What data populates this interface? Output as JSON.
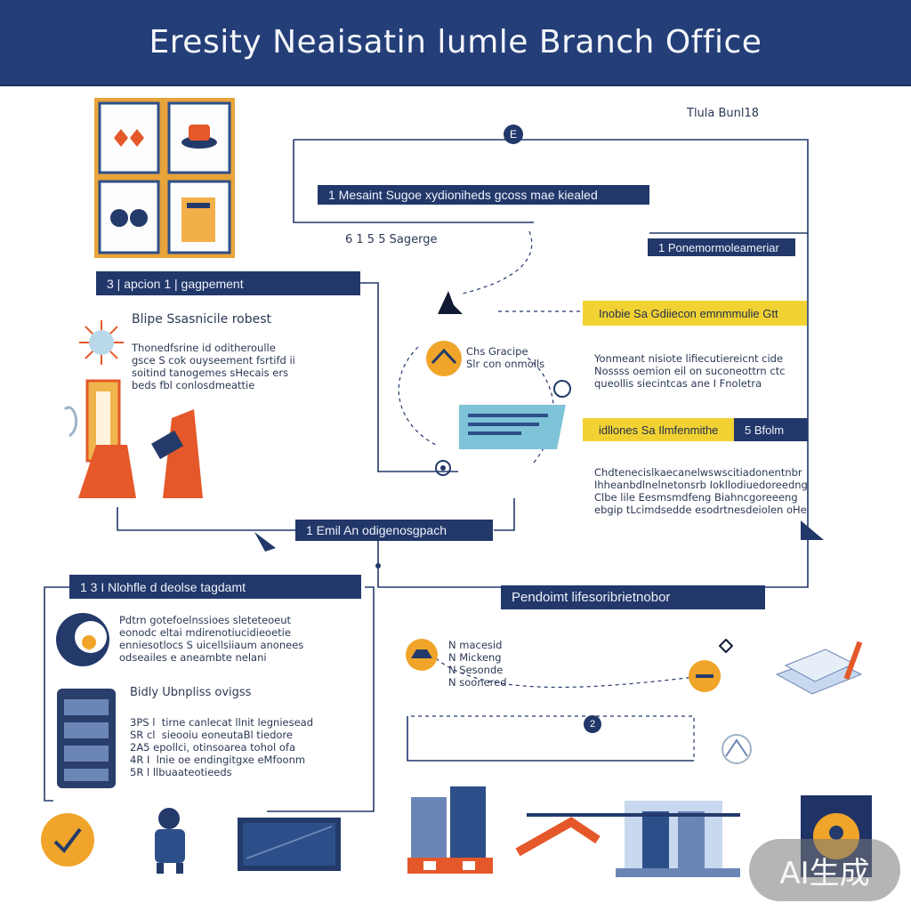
{
  "header": {
    "title": "Eresity Neaisatin lumle Branch Office"
  },
  "corner_label": "Tlula Bunl18",
  "bars": {
    "top_center": "1 Mesaint Sugoe xydioniheds gcoss mae kiealed",
    "top_right": "1 Ponemormoleameriar",
    "left_section": "3 | apcion  1 | gagpement",
    "yellow_top": "Inobie Sa Gdiiecon emnmmulie Gtt",
    "yellow_mid": "idllones Sa Ilmfenmithe",
    "yellow_mid_tag": "5 Bfolm",
    "center_lower": "1  Emil An odigenosgpach",
    "left_lower": "1 3 I  Nlohfle d deolse tagdamt",
    "right_lower": "Pendoimt lifesoribrietnobor"
  },
  "labels": {
    "left_heading": "Blipe Ssasnicile robest",
    "floating_row": "6 1  5  5 Sagerge",
    "circle_text": "Chs Gracipe\nSlr con onmolls",
    "mid_left_heading": "Bidly  Ubnpliss ovigss",
    "bottom_list": "N macesid\nN Mickeng\nN Sesonde\nN soonered",
    "badge_a": "E",
    "badge_b": "2"
  },
  "paragraphs": {
    "left_top": "Thonedfsrine id oditheroulle\ngsce S cok ouyseement fsrtifd ii\nsoitind tanogemes sHecais ers\nbeds fbl conlosdmeattie",
    "right_top": "Yonmeant nisiote lifiecutiereicnt cide\nNossss oemion eil on suconeottrn ctc\nqueollis siecintcas ane I Fnoletra",
    "right_mid": "Chdtenecislkaecanelwswscitiadonentnbr\nIhheanbdlnelnetonsrb Iokllodiuedoreedng\nClbe lile Eesmsmdfeng Biahncgoreeeng\nebgip tLcimdsedde esodrtnesdeiolen oHe",
    "left_lower": "Pdtrn gotefoelnssioes sleteteoeut\neonodc eltai mdirenotiucidieoetie\nenniesotlocs S uicellsiiaum anonees\nodseailes e aneambte nelani",
    "left_bottom": "3PS l  tirne canlecat llnit legniesead\nSR cl  sieooiu eoneutaBl tiedore\n2A5 epollci, otinsoarea tohol ofa\n4R I  lnie oe endingitgxe eMfoonm\n5R l llbuaateotieeds"
  },
  "watermark": "AI生成",
  "colors": {
    "navy": "#22386a",
    "yellow": "#f2d233",
    "orange": "#e8612a",
    "amber": "#f0a52a",
    "sky": "#7ec3d8"
  }
}
